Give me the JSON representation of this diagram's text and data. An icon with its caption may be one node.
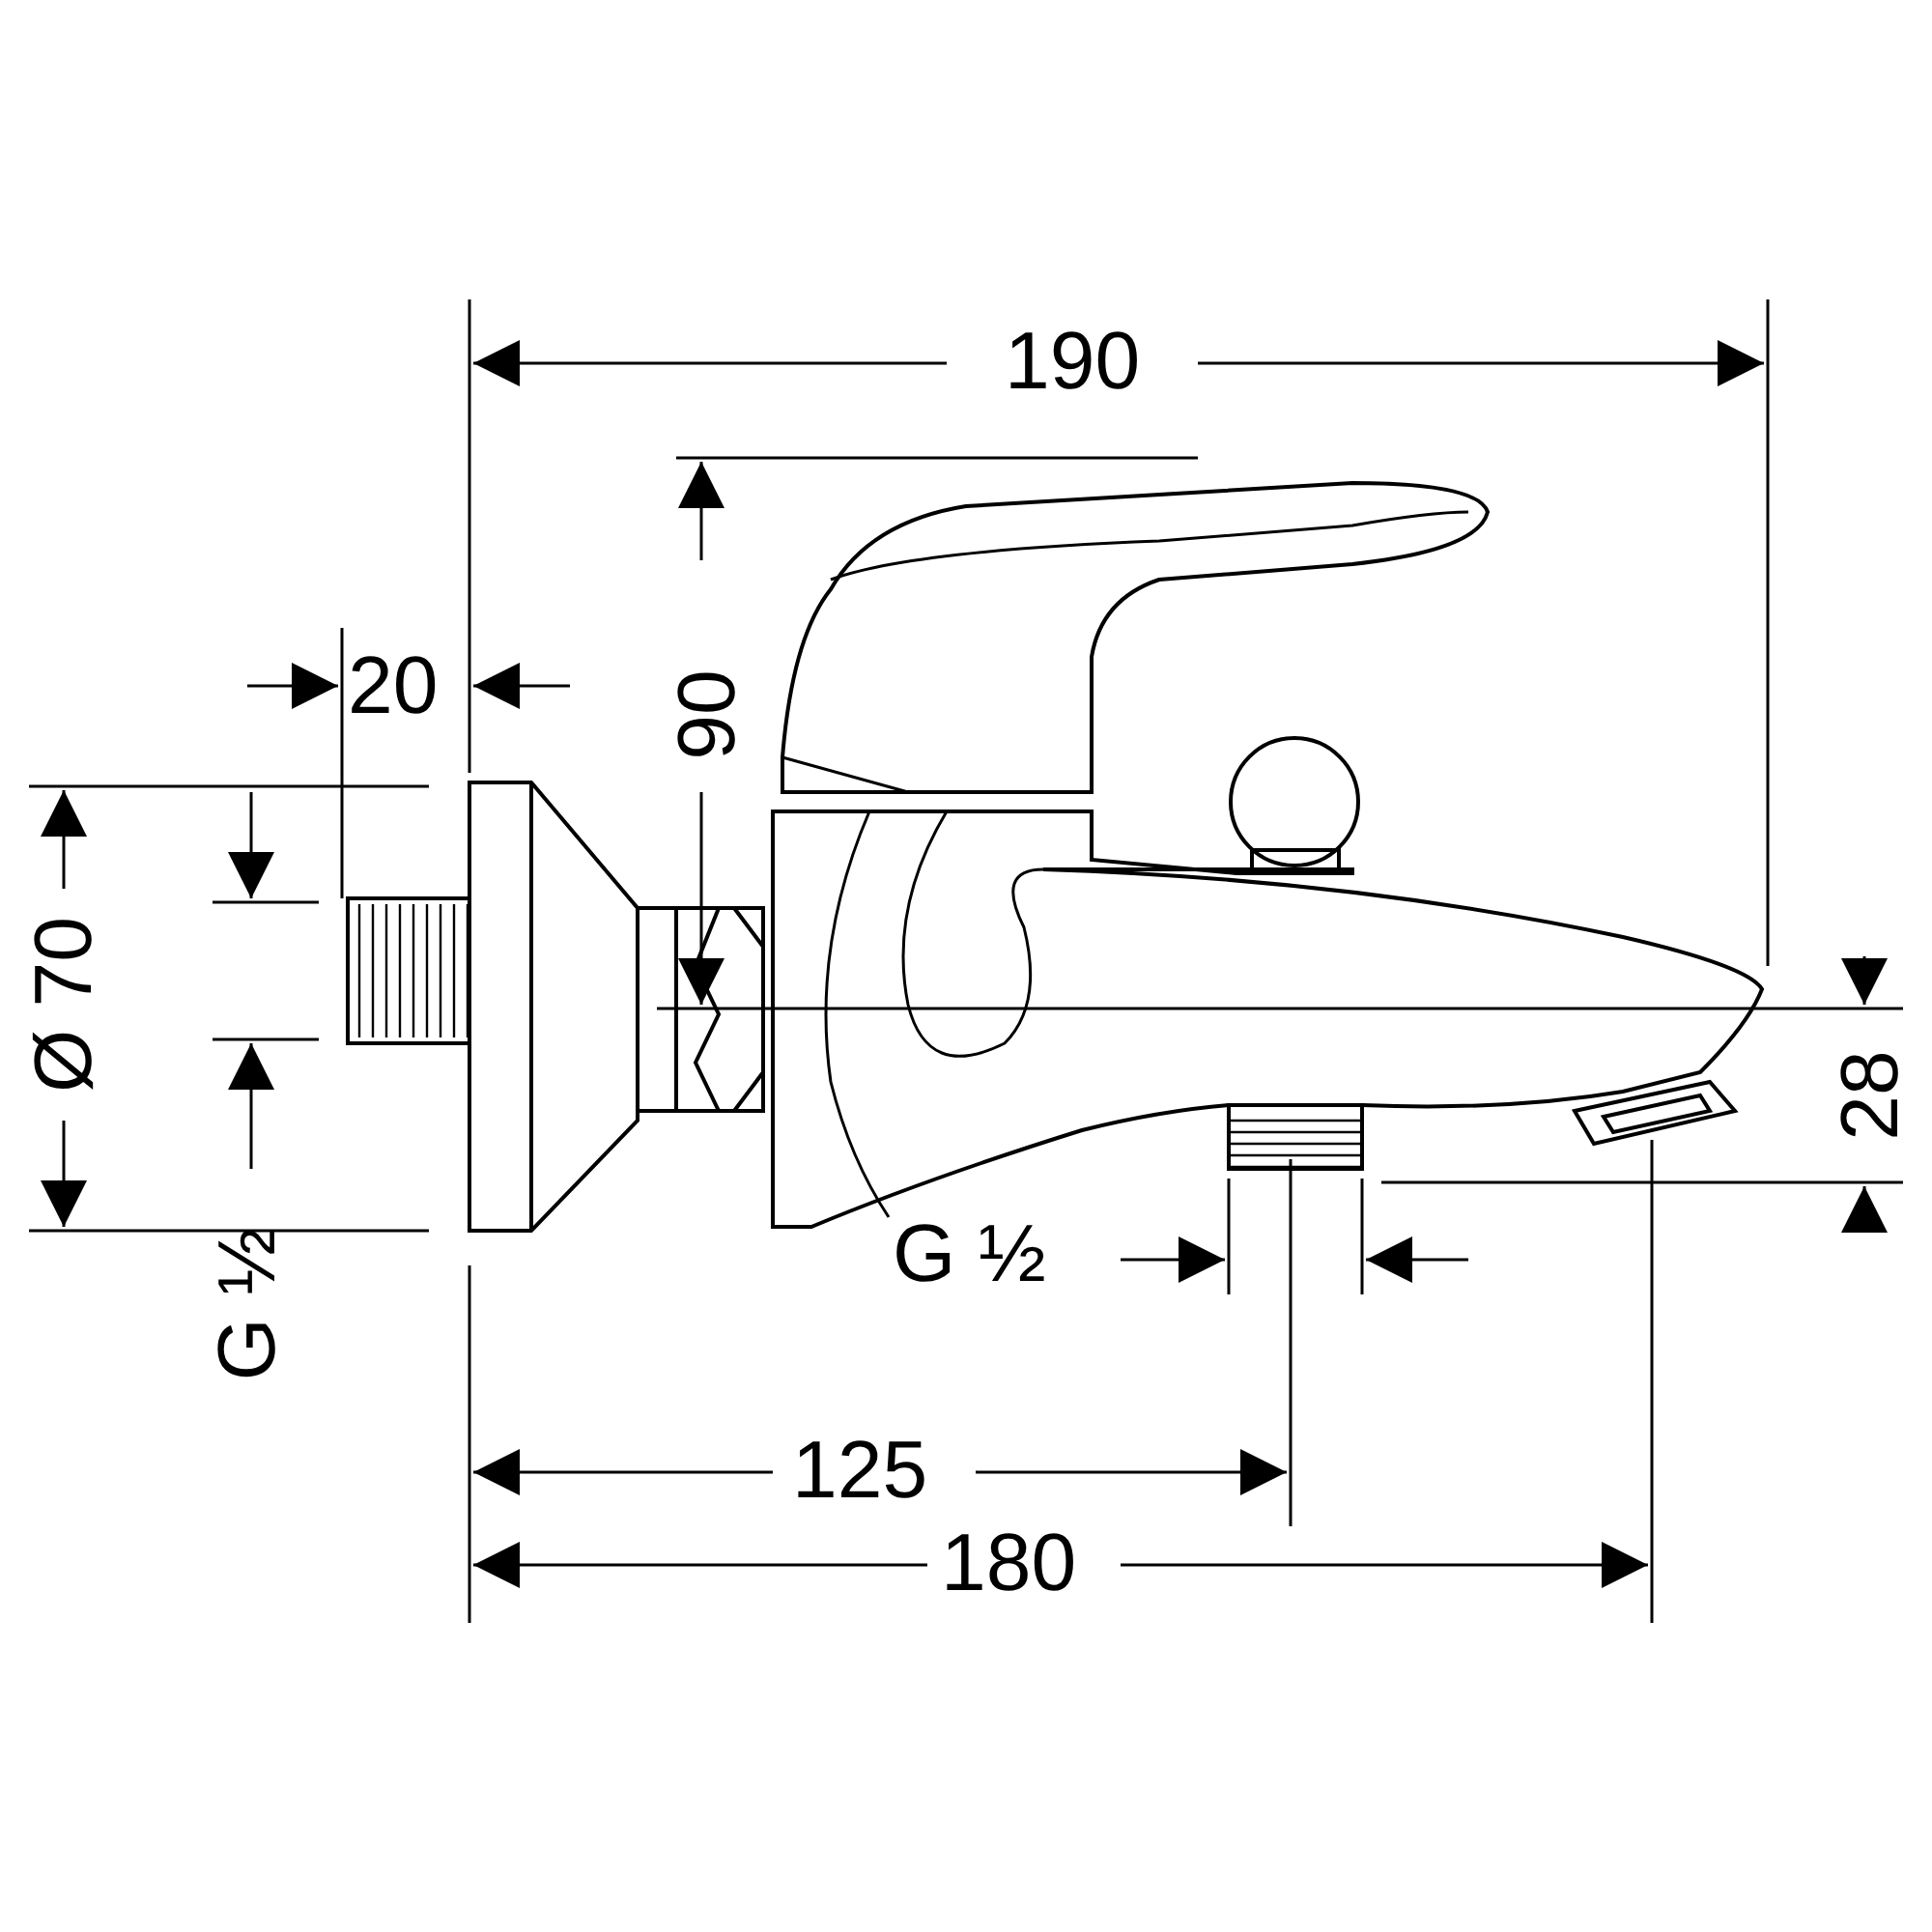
{
  "diagram": {
    "labels": [
      "190",
      "90",
      "20",
      "Ø 70",
      "G ½",
      "28",
      "G ½",
      "125",
      "180"
    ]
  }
}
